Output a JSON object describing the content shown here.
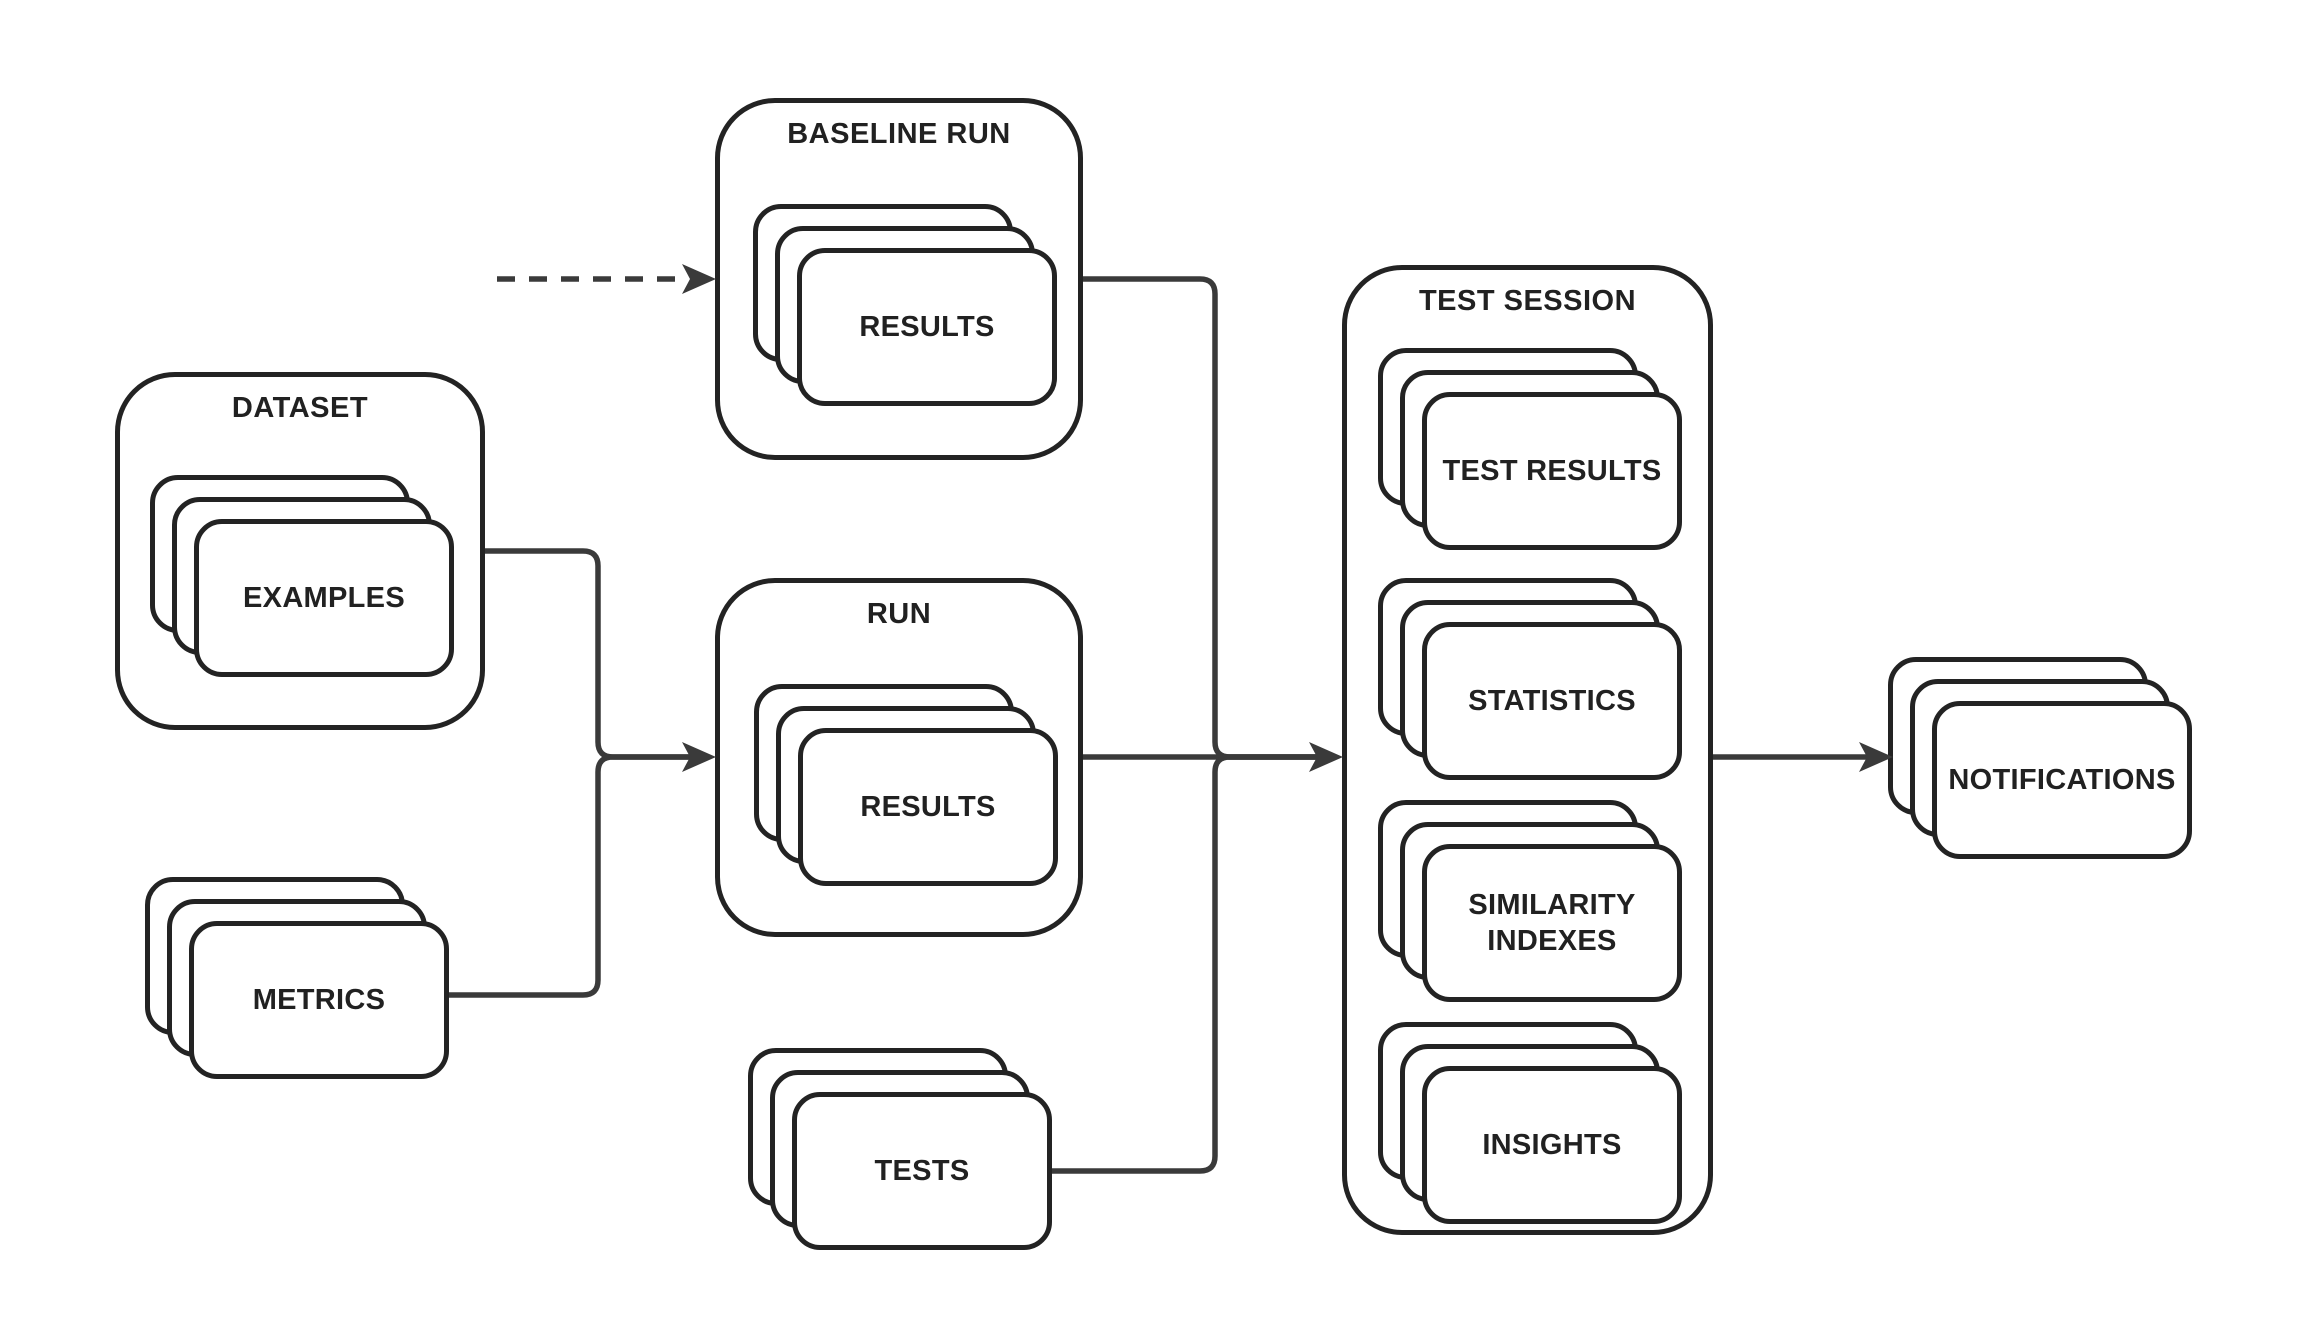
{
  "diagram": {
    "type": "flow-diagram",
    "palette": {
      "background": "#ffffff",
      "line": "#3a3a3a",
      "border": "#232323",
      "text": "#212121",
      "node_fill": "#ffffff"
    },
    "nodes": {
      "dataset": {
        "title": "DATASET",
        "stack": {
          "label": "EXAMPLES"
        }
      },
      "metrics": {
        "label": "METRICS"
      },
      "baseline_run": {
        "title": "BASELINE RUN",
        "stack": {
          "label": "RESULTS"
        }
      },
      "run": {
        "title": "RUN",
        "stack": {
          "label": "RESULTS"
        }
      },
      "tests": {
        "label": "TESTS"
      },
      "test_session": {
        "title": "TEST SESSION",
        "stacks": [
          {
            "label": "TEST RESULTS"
          },
          {
            "label": "STATISTICS"
          },
          {
            "label": "SIMILARITY INDEXES"
          },
          {
            "label": "INSIGHTS"
          }
        ]
      },
      "notifications": {
        "label": "NOTIFICATIONS"
      }
    },
    "edges": [
      {
        "from": "external",
        "to": "baseline_run",
        "style": "dashed",
        "arrow": true
      },
      {
        "from": "dataset",
        "to": "run",
        "style": "solid",
        "arrow": true
      },
      {
        "from": "metrics",
        "to": "run",
        "style": "solid",
        "arrow": true
      },
      {
        "from": "baseline_run",
        "to": "test_session",
        "style": "solid",
        "arrow": true
      },
      {
        "from": "run",
        "to": "test_session",
        "style": "solid",
        "arrow": true
      },
      {
        "from": "tests",
        "to": "test_session",
        "style": "solid",
        "arrow": true
      },
      {
        "from": "test_session",
        "to": "notifications",
        "style": "solid",
        "arrow": true
      }
    ]
  }
}
